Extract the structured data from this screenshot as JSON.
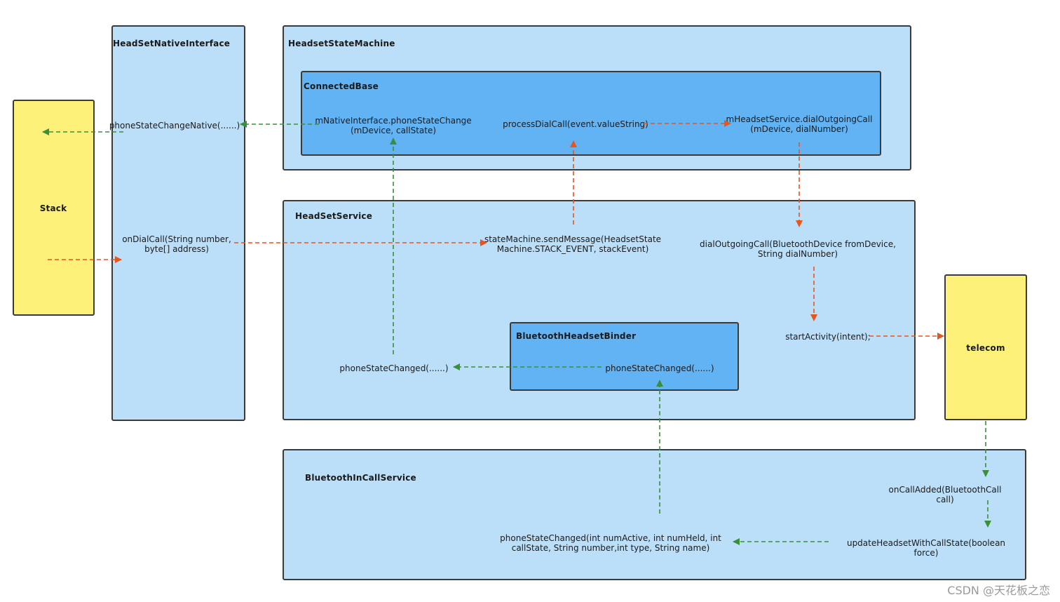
{
  "boxes": {
    "stack": "Stack",
    "native_interface": "HeadSetNativeInterface",
    "state_machine": "HeadsetStateMachine",
    "connected_base": "ConnectedBase",
    "headset_service": "HeadSetService",
    "binder": "BluetoothHeadsetBinder",
    "incall_service": "BluetoothInCallService",
    "telecom": "telecom"
  },
  "labels": {
    "phone_state_change_native": "phoneStateChangeNative(......)",
    "on_dial_call": "onDialCall(String number,\nbyte[] address)",
    "native_phone_state_change": "mNativeInterface.phoneStateChange\n(mDevice, callState)",
    "process_dial_call": "processDialCall(event.valueString)",
    "headset_dial_outgoing": "mHeadsetService.dialOutgoingCall\n(mDevice, dialNumber)",
    "send_message": "stateMachine.sendMessage(HeadsetState\nMachine.STACK_EVENT, stackEvent)",
    "dial_outgoing_call": "dialOutgoingCall(BluetoothDevice fromDevice,\nString dialNumber)",
    "start_activity": "startActivity(intent);",
    "service_phone_state_changed": "phoneStateChanged(......)",
    "binder_phone_state_changed": "phoneStateChanged(......)",
    "incall_phone_state_changed": "phoneStateChanged(int numActive, int numHeld, int\ncallState, String number,int type, String name)",
    "on_call_added": "onCallAdded(BluetoothCall call)",
    "update_headset": "updateHeadsetWithCallState(boolean force)"
  },
  "colors": {
    "orange_arrow": "#e8541c",
    "green_arrow": "#3a8f3a",
    "light_box": "#bcdff9",
    "mid_box": "#62b3f3",
    "yellow_box": "#fef17a"
  },
  "watermark": "CSDN @天花板之恋"
}
